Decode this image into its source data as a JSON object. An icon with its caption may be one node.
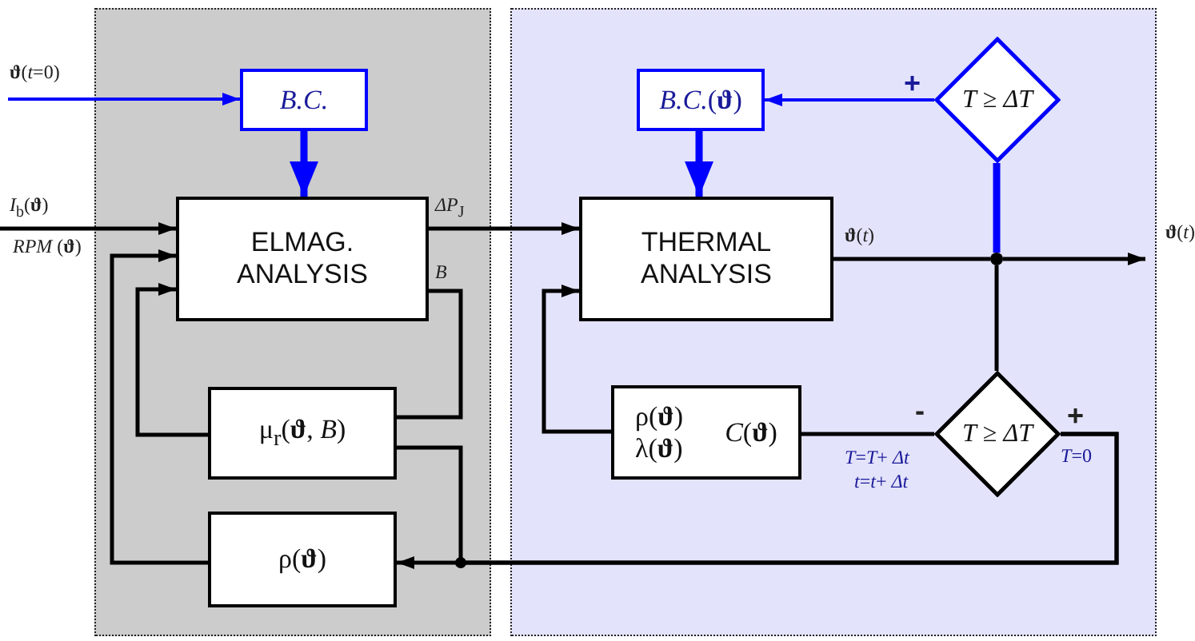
{
  "diagram": {
    "nodes": [
      {
        "text": [],
        "shape": "box"
      },
      {
        "text": [
          "B.C."
        ],
        "in": 0
      },
      {
        "text": [
          "ELMAG. ANALYSIS"
        ],
        "in": 0
      },
      {
        "text": [
          "μ$_{r}$(**ϑ**, *B*)"
        ],
        "in": 0
      },
      {
        "text": [
          "ρ(**ϑ**)"
        ],
        "in": 0
      },
      {
        "text": [],
        "shape": "box"
      },
      {
        "text": [
          "*B.C.*(**ϑ**)"
        ],
        "in": 5
      },
      {
        "text": [
          "*T* ≥ *ΔT*"
        ],
        "in": 5
      },
      {
        "text": [
          "THERMAL ANALYSIS"
        ],
        "in": 5
      },
      {
        "text": [
          "ρ(**ϑ**)",
          "λ(**ϑ**)",
          "*C*(**ϑ**)"
        ],
        "in": 5
      },
      {
        "text": [
          "*T* ≥ *ΔT*"
        ],
        "in": 5
      },
      {
        "text": [
          "**ϑ**(*t*)"
        ]
      },
      {
        "text": [],
        "shape": "circle",
        "in": 5
      }
    ],
    "edges": [
      {
        "from": null,
        "to": 1,
        "arrow": "to",
        "label": "**ϑ**(*t*=0)",
        "color": "#0000ff"
      },
      {
        "from": 1,
        "to": 2,
        "arrow": "to",
        "style": "thick",
        "color": "#0000ff"
      },
      {
        "from": null,
        "to": 2,
        "arrow": "to",
        "label": "*I*$_{b}$(**ϑ**)"
      },
      {
        "from": 2,
        "to": 8,
        "arrow": "to",
        "label": "*ΔP*$_{J}$"
      },
      {
        "from": 2,
        "to": 3,
        "arrow": "none",
        "label": "*B*"
      },
      {
        "from": 3,
        "to": 2,
        "arrow": "to"
      },
      {
        "from": 4,
        "to": 2,
        "arrow": "to"
      },
      {
        "from": 8,
        "to": 12,
        "arrow": "none",
        "label": "**ϑ**(*t*)"
      },
      {
        "from": 12,
        "to": 7,
        "arrow": "none",
        "style": "thick",
        "color": "#0000ff"
      },
      {
        "from": 12,
        "to": 10,
        "arrow": "none"
      },
      {
        "from": 7,
        "to": 6,
        "arrow": "to",
        "label": "+",
        "color": "#0000ff"
      },
      {
        "from": 6,
        "to": 8,
        "arrow": "to",
        "style": "thick",
        "color": "#0000ff"
      },
      {
        "from": 9,
        "to": 8,
        "arrow": "to"
      },
      {
        "from": 10,
        "to": 9,
        "arrow": "none",
        "label": "-"
      },
      {
        "from": 10,
        "to": 4,
        "arrow": "to",
        "label": "+"
      },
      {
        "from": 10,
        "to": 3,
        "arrow": "none"
      },
      {
        "from": 12,
        "to": 11,
        "arrow": "to"
      }
    ],
    "labels": [
      "*RPM* (**ϑ**)",
      "*T*=*T*+ *Δt*",
      "*t*=*t*+ *Δt*",
      "*T*=0"
    ]
  }
}
